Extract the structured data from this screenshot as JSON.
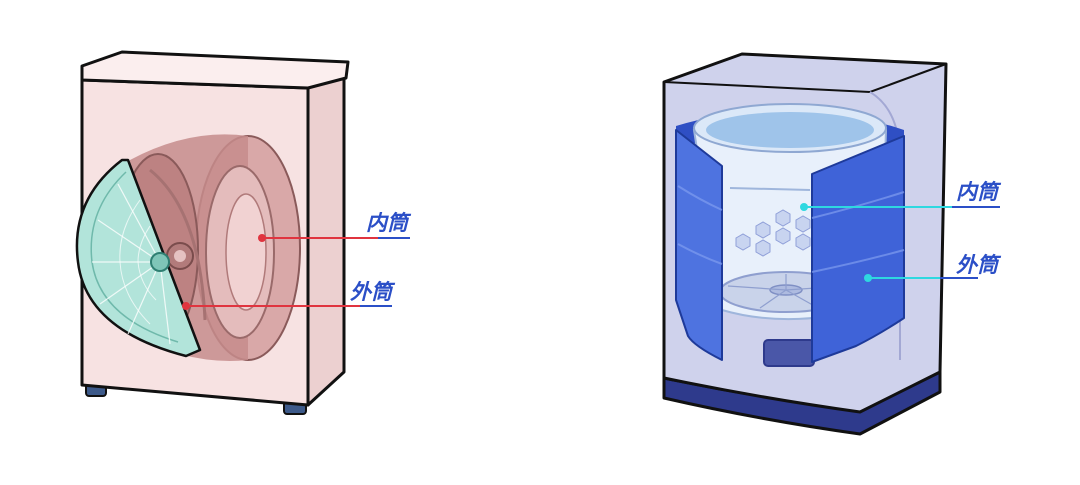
{
  "diagrams": [
    {
      "machine": "front-load",
      "labels": {
        "inner": "内筒",
        "outer": "外筒"
      },
      "colors": {
        "body": "#f6e0e0",
        "drum": "#c98f8f",
        "door": "#a6ddd2",
        "leader": "#e0343f",
        "label": "#2b4fc7"
      }
    },
    {
      "machine": "top-load",
      "labels": {
        "inner": "内筒",
        "outer": "外筒"
      },
      "colors": {
        "body": "#cfd2ec",
        "base": "#2e3a8c",
        "outer_tub": "#3f63d8",
        "inner_tub": "#e8f0fb",
        "leader": "#2ed8e0",
        "label": "#2b4fc7"
      }
    }
  ]
}
